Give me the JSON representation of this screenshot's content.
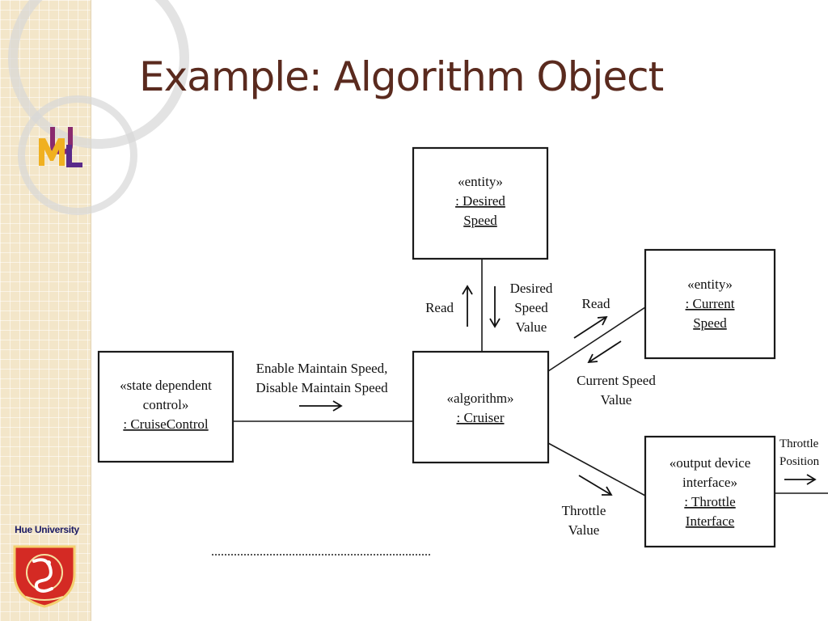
{
  "slide": {
    "title": "Example: Algorithm Object",
    "university_label": "Hue University",
    "logo_letters": {
      "u": "U",
      "m": "M",
      "l": "L"
    }
  },
  "icons": {
    "uml": "uml-logo-icon",
    "university": "hue-university-emblem-icon"
  },
  "colors": {
    "title": "#5a2a1e",
    "sidebar": "#f3e6c9",
    "university_label": "#1c1c66",
    "emblem_red": "#d42a24"
  },
  "diagram": {
    "objects": {
      "desired_speed": {
        "stereotype": "«entity»",
        "name_1": ": Desired",
        "name_2": "Speed"
      },
      "current_speed": {
        "stereotype": "«entity»",
        "name_1": ": Current",
        "name_2": "Speed"
      },
      "cruise_control": {
        "stereotype_1": "«state dependent",
        "stereotype_2": "control»",
        "name": ": CruiseControl"
      },
      "cruiser": {
        "stereotype": "«algorithm»",
        "name": ": Cruiser"
      },
      "throttle_interface": {
        "stereotype_1": "«output device",
        "stereotype_2": "interface»",
        "name_1": ": Throttle",
        "name_2": "Interface"
      }
    },
    "messages": {
      "enable_maintain_1": "Enable Maintain Speed,",
      "enable_maintain_2": "Disable Maintain Speed",
      "read_desired": "Read",
      "desired_value_1": "Desired",
      "desired_value_2": "Speed",
      "desired_value_3": "Value",
      "read_current": "Read",
      "current_value_1": "Current Speed",
      "current_value_2": "Value",
      "throttle_value_1": "Throttle",
      "throttle_value_2": "Value",
      "throttle_position_1": "Throttle",
      "throttle_position_2": "Position"
    }
  }
}
